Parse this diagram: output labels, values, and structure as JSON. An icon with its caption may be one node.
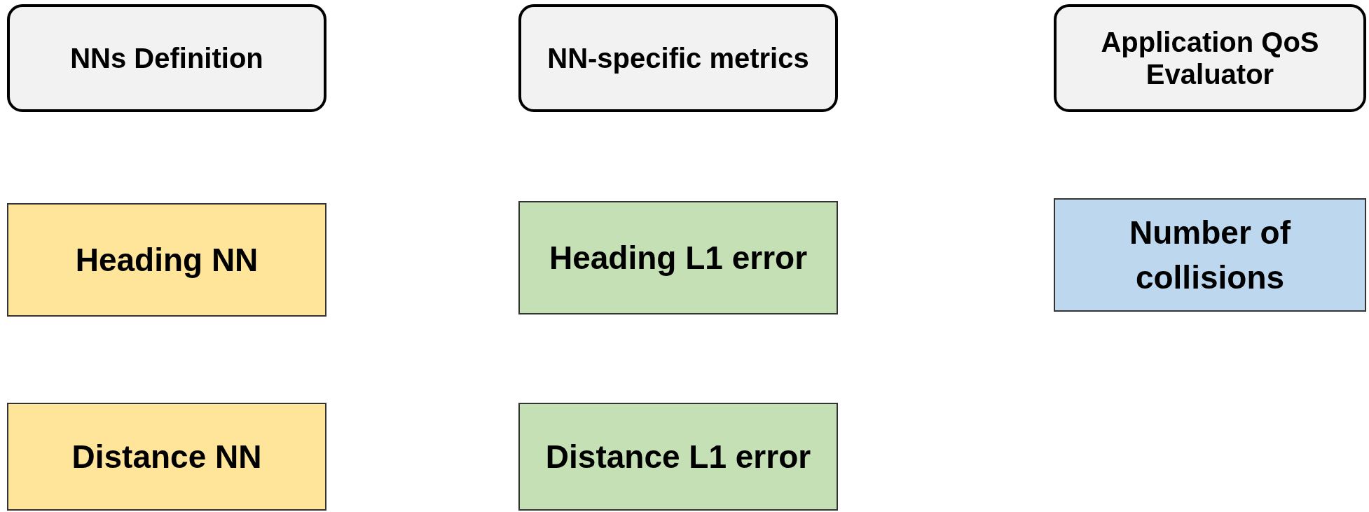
{
  "diagram": {
    "nodes": [
      {
        "text": [
          "NNs Definition"
        ]
      },
      {
        "text": [
          "NN-specific metrics"
        ]
      },
      {
        "text": [
          "Application QoS Evaluator"
        ]
      },
      {
        "text": [
          "Heading NN"
        ]
      },
      {
        "text": [
          "Heading L1 error"
        ]
      },
      {
        "text": [
          "Number of collisions"
        ]
      },
      {
        "text": [
          "Distance NN"
        ]
      },
      {
        "text": [
          "Distance L1 error"
        ]
      }
    ]
  }
}
